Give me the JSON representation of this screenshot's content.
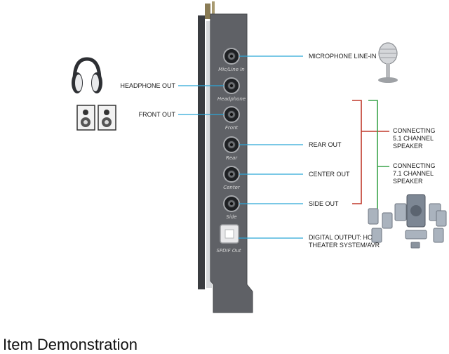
{
  "ports": [
    {
      "id": "mic",
      "port_label": "Mic/Line In",
      "callout": "MICROPHONE LINE-IN",
      "side": "right"
    },
    {
      "id": "headphone",
      "port_label": "Headphone",
      "callout": "HEADPHONE OUT",
      "side": "left"
    },
    {
      "id": "front",
      "port_label": "Front",
      "callout": "FRONT OUT",
      "side": "left"
    },
    {
      "id": "rear",
      "port_label": "Rear",
      "callout": "REAR OUT",
      "side": "right"
    },
    {
      "id": "center",
      "port_label": "Center",
      "callout": "CENTER OUT",
      "side": "right"
    },
    {
      "id": "side",
      "port_label": "Side",
      "callout": "SIDE OUT",
      "side": "right"
    }
  ],
  "spdif": {
    "port_label": "SPDIF Out",
    "callout_line1": "DIGITAL OUTPUT: HOME",
    "callout_line2": "THEATER SYSTEM/AVR"
  },
  "brackets": {
    "five_one": {
      "line1": "CONNECTING",
      "line2": "5.1 CHANNEL",
      "line3": "SPEAKER",
      "color": "#c0392b"
    },
    "seven_one": {
      "line1": "CONNECTING",
      "line2": "7.1 CHANNEL",
      "line3": "SPEAKER",
      "color": "#3aa34a"
    }
  },
  "colors": {
    "leader_line": "#2aa7d8",
    "bracket_plate": "#5f6166"
  },
  "icons": [
    "microphone-icon",
    "headphone-icon",
    "bookshelf-speakers-icon",
    "surround-speaker-system-icon"
  ],
  "caption": "Item Demonstration"
}
